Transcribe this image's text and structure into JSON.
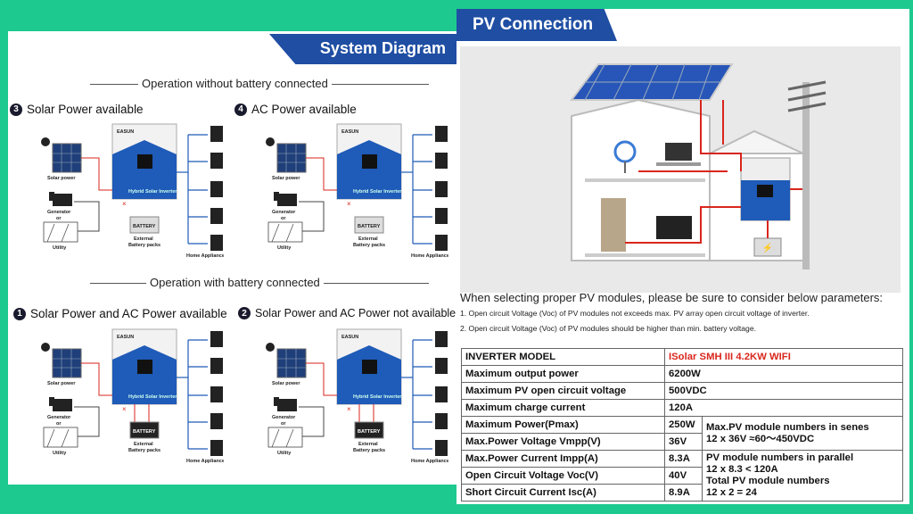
{
  "system_diagram": {
    "banner": "System Diagram",
    "section_without_battery": "Operation without battery connected",
    "section_with_battery": "Operation with battery connected",
    "cases": [
      {
        "num": "3",
        "title": "Solar Power available"
      },
      {
        "num": "4",
        "title": "AC Power available"
      },
      {
        "num": "1",
        "title": "Solar Power and AC Power available"
      },
      {
        "num": "2",
        "title": "Solar Power and AC Power not available"
      }
    ],
    "labels": {
      "solar_power": "Solar power",
      "generator": "Generator",
      "or": "or",
      "utility": "Utility",
      "battery": "BATTERY",
      "external_battery": "External",
      "battery_packs": "Battery packs",
      "home_appliances": "Home Appliances",
      "inverter_caption": "Hybrid Solar Inverter",
      "brand": "EASUN"
    }
  },
  "pv_connection": {
    "banner": "PV Connection",
    "note": "When selecting proper PV modules, please be sure to consider below parameters:",
    "rules": [
      "1. Open circuit Voltage (Voc) of PV modules not exceeds max. PV array open circuit voltage of inverter.",
      "2. Open circuit Voltage (Voc) of PV modules should be higher than min. battery voltage."
    ],
    "table": {
      "model_label": "INVERTER MODEL",
      "model_value": "ISolar SMH III 4.2KW WIFI",
      "rows_top": [
        {
          "label": "Maximum output power",
          "value": "6200W"
        },
        {
          "label": "Maximum PV open circuit voltage",
          "value": "500VDC"
        },
        {
          "label": "Maximum charge current",
          "value": "120A"
        }
      ],
      "rows_bottom": [
        {
          "label": "Maximum Power(Pmax)",
          "value": "250W"
        },
        {
          "label": "Max.Power Voltage Vmpp(V)",
          "value": "36V"
        },
        {
          "label": "Max.Power Current Impp(A)",
          "value": "8.3A"
        },
        {
          "label": "Open Circuit Voltage Voc(V)",
          "value": "40V"
        },
        {
          "label": "Short Circuit Current Isc(A)",
          "value": "8.9A"
        }
      ],
      "series_note_1": "Max.PV module numbers in senes",
      "series_note_2": "12 x 36V ≈60～450VDC",
      "parallel_note_1": "PV module numbers in parallel",
      "parallel_note_2": "12 x 8.3 < 120A",
      "parallel_note_3": "Total PV module numbers",
      "parallel_note_4": "12 x 2 = 24"
    }
  }
}
